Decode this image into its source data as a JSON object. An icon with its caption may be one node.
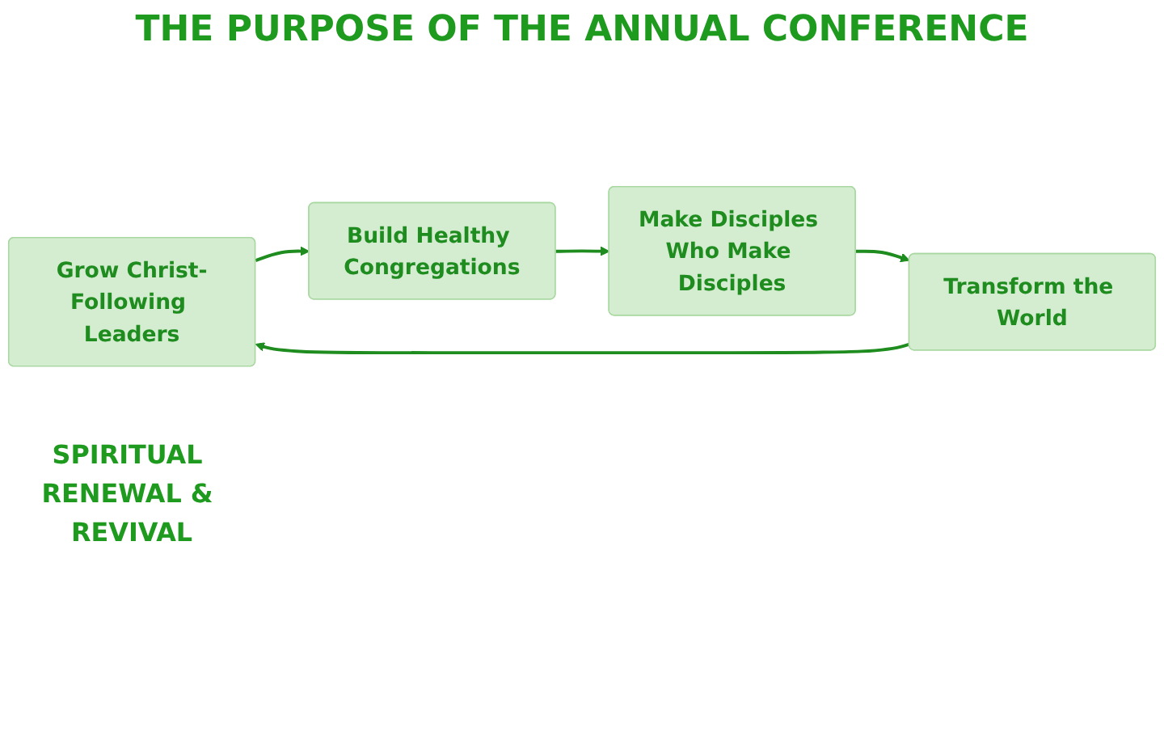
{
  "diagram": {
    "title": "THE PURPOSE OF THE ANNUAL CONFERENCE",
    "nodes": [
      {
        "text": [
          "Grow Christ-Following Leaders"
        ]
      },
      {
        "text": [
          "Transform the World"
        ]
      },
      {
        "text": [
          "SPIRITUAL RENEWAL & REVIVAL"
        ]
      },
      {
        "text": [
          "Build Healthy Congregations"
        ]
      },
      {
        "text": [
          "Make Disciples Who Make Disciples"
        ]
      }
    ],
    "edges": [
      {
        "from": 0,
        "to": 3,
        "arrow": "to"
      },
      {
        "from": 3,
        "to": 4,
        "arrow": "to"
      },
      {
        "from": 4,
        "to": 1,
        "arrow": "to"
      },
      {
        "from": 1,
        "to": 0,
        "arrow": "to"
      }
    ]
  }
}
